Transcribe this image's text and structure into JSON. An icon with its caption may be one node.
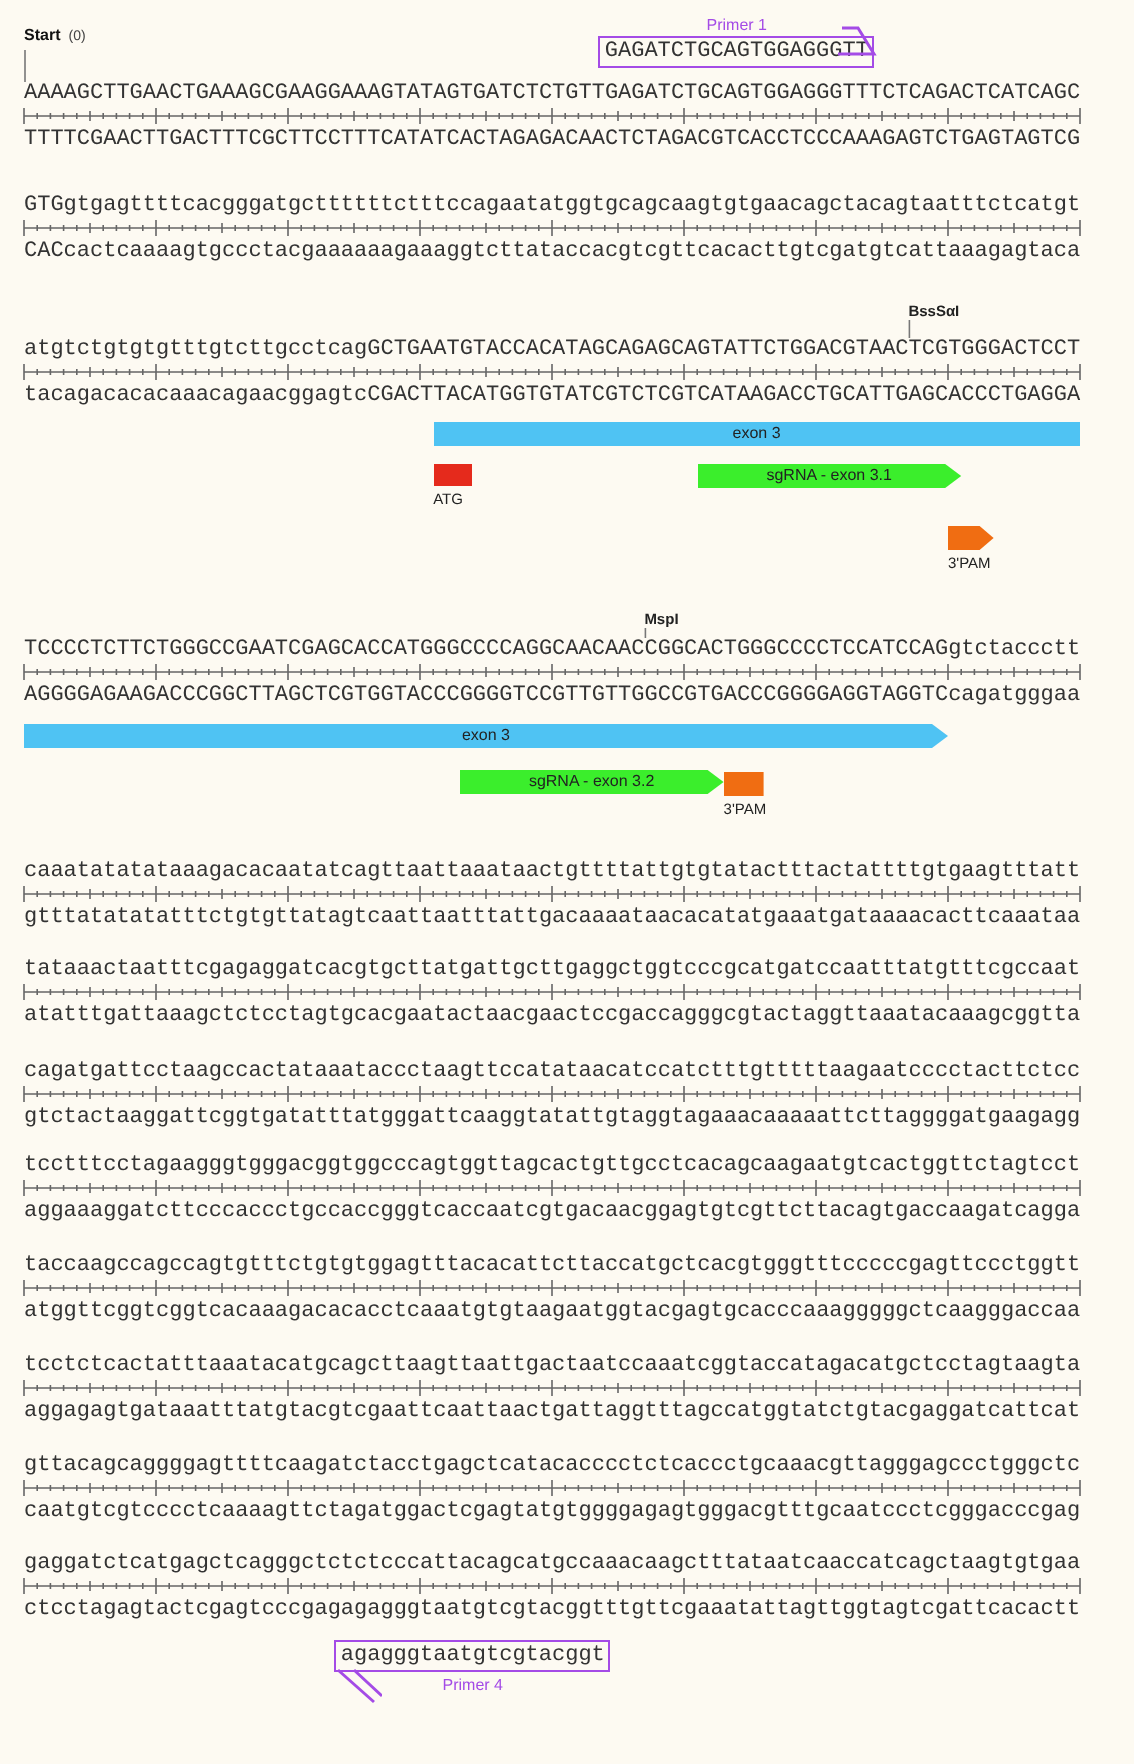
{
  "diagram": {
    "nodes": [
      {
        "text": [
          "Start"
        ],
        "beside": [
          "(0)"
        ]
      },
      {
        "text": [
          "Primer 1",
          "GAGATCTGCAGTGGAGGGTT"
        ]
      },
      {
        "text": [
          "AAAAGCTTGAACTGAAAGCGAAGGAAAGTATAGTGATCTCTGTTGAGATCTGCAGTGGAGGGTTTCTCAGACTCATCAGC"
        ]
      },
      {
        "text": [
          "BssSαI"
        ]
      },
      {
        "text": [
          "atgtctgtgtgtttgtcttgcctcagGCTGAATGTACCACATAGCAGAGCAGTATTCTGGACGTAACTCGTGGGACTCCT"
        ]
      },
      {
        "text": [
          "exon 3"
        ]
      },
      {
        "text": [
          "ATG"
        ]
      },
      {
        "text": [
          "sgRNA - exon 3.1"
        ]
      },
      {
        "text": [
          "3'PAM"
        ]
      },
      {
        "text": [
          "MspI"
        ]
      },
      {
        "text": [
          "TCCCCTCTTCTGGGCCGAATCGAGCACCATGGGCCCCAGGCAACAACCGGCACTGGGCCCCTCCATCCAGgtctaccctt"
        ]
      },
      {
        "text": [
          "exon 3"
        ]
      },
      {
        "text": [
          "sgRNA - exon 3.2"
        ]
      },
      {
        "text": [
          "3'PAM"
        ]
      },
      {
        "text": [
          "agagggtaatgtcgtacggt",
          "Primer 4"
        ]
      }
    ],
    "edges": [
      {
        "from": 0,
        "to": 2,
        "arrow": "none"
      },
      {
        "from": 3,
        "to": 4,
        "arrow": "none"
      },
      {
        "from": 9,
        "to": 10,
        "arrow": "none"
      }
    ],
    "labels": [
      "TTTTCGAACTTGACTTTCGCTTCCTTTCATATCACTAGAGACAACTCTAGACGTCACCTCCCAAAGAGTCTGAGTAGTCG",
      "GTGgtgagttttcacgggatgcttttttctttccagaatatggtgcagcaagtgtgaacagctacagtaatttctcatgt",
      "CACcactcaaaagtgccctacgaaaaaagaaaggtcttataccacgtcgttcacacttgtcgatgtcattaaagagtaca",
      "tacagacacacaaacagaacggagtcCGACTTACATGGTGTATCGTCTCGTCATAAGACCTGCATTGAGCACCCTGAGGA",
      "AGGGGAGAAGACCCGGCTTAGCTCGTGGTACCCGGGGTCCGTTGTTGGCCGTGACCCGGGGAGGTAGGTCcagatgggaa",
      "caaatatatataaagacacaatatcagttaattaaataactgttttattgtgtatactttactattttgtgaagtttatt",
      "gtttatatatatttctgtgttatagtcaattaatttattgacaaaataacacatatgaaatgataaaacacttcaaataa",
      "tataaactaatttcgagaggatcacgtgcttatgattgcttgaggctggtcccgcatgatccaatttatgtttcgccaat",
      "atatttgattaaagctctcctagtgcacgaatactaacgaactccgaccagggcgtactaggttaaatacaaagcggtta",
      "cagatgattcctaagccactataaataccctaagttccatataacatccatctttgtttttaagaatcccctacttctcc",
      "gtctactaaggattcggtgatatttatgggattcaaggtatattgtaggtagaaacaaaaattcttaggggatgaagagg",
      "tcctttcctagaagggtgggacggtggcccagtggttagcactgttgcctcacagcaagaatgtcactggttctagtcct",
      "aggaaaggatcttcccaccctgccaccgggtcaccaatcgtgacaacggagtgtcgttcttacagtgaccaagatcagga",
      "taccaagccagccagtgtttctgtgtggagtttacacattcttaccatgctcacgtgggtttcccccgagttccctggtt",
      "atggttcggtcggtcacaaagacacacctcaaatgtgtaagaatggtacgagtgcacccaaagggggctcaagggaccaa",
      "tcctctcactatttaaatacatgcagcttaagttaattgactaatccaaatcggtaccatagacatgctcctagtaagta",
      "aggagagtgataaatttatgtacgtcgaattcaattaactgattaggtttagccatggtatctgtacgaggatcattcat",
      "gttacagcaggggagttttcaagatctacctgagctcatacacccctctcaccctgcaaacgttagggagccctgggctc",
      "caatgtcgtcccctcaaaagttctagatggactcgagtatgtggggagagtgggacgtttgcaatccctcgggacccgag",
      "gaggatctcatgagctcagggctctctcccattacagcatgccaaacaagctttataatcaaccatcagctaagtgtgaa",
      "ctcctagagtactcgagtcccgagagagggtaatgtcgtacggtttgttcgaaatattagttggtagtcgattcacactt"
    ]
  }
}
